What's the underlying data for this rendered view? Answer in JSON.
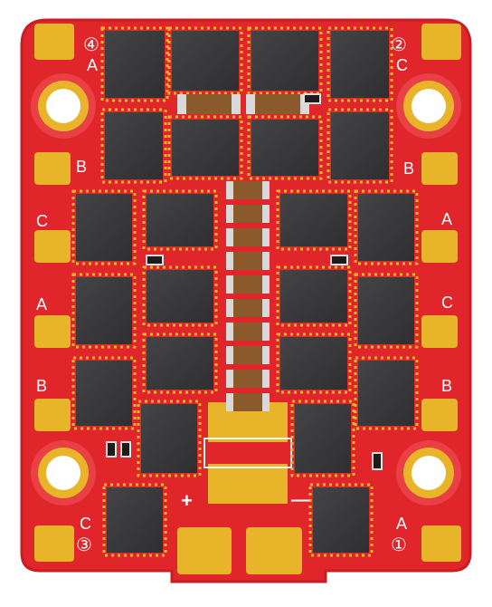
{
  "board": {
    "pcb_color": "#e0262a",
    "pcb_edge_color": "#c81d22",
    "pad_color": "#e8b52a",
    "chip_color": "#3a3a3c",
    "silk_color": "#ffffff"
  },
  "silkscreen": {
    "motor_4_number": "④",
    "motor_4_phase": "A",
    "motor_2_number": "②",
    "motor_2_phase": "C",
    "motor_3_number": "③",
    "motor_3_phase": "C",
    "motor_1_number": "①",
    "motor_1_phase": "A",
    "left_pads": [
      "B",
      "C",
      "A",
      "B"
    ],
    "right_pads": [
      "B",
      "A",
      "C",
      "B"
    ],
    "plus": "+",
    "minus": "—"
  }
}
